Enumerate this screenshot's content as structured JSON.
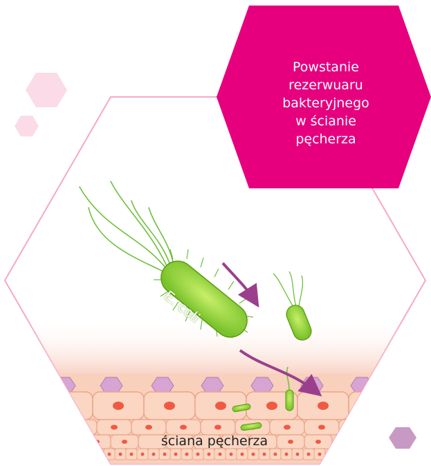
{
  "title": {
    "lines": [
      "Powstanie",
      "rezerwuaru",
      "bakteryjnego",
      "w ścianie",
      "pęcherza"
    ]
  },
  "labels": {
    "bacterium": "E. coli",
    "wall": "ściana pęcherza"
  },
  "colors": {
    "accent_magenta": "#e6007e",
    "hexagon_outline": "#f4a8c8",
    "bacterium_green": "#8fd13a",
    "flagella_green": "#6cbf3a",
    "arrow_purple": "#9b3f8c",
    "cell_fill": "#f6c4a8",
    "nucleus_red": "#ef5a45",
    "umbrella_cell": "#d7a4d4",
    "deco_hexagon_pink": "#fbdbe7",
    "deco_hexagon_lilac": "#c79ac3"
  }
}
